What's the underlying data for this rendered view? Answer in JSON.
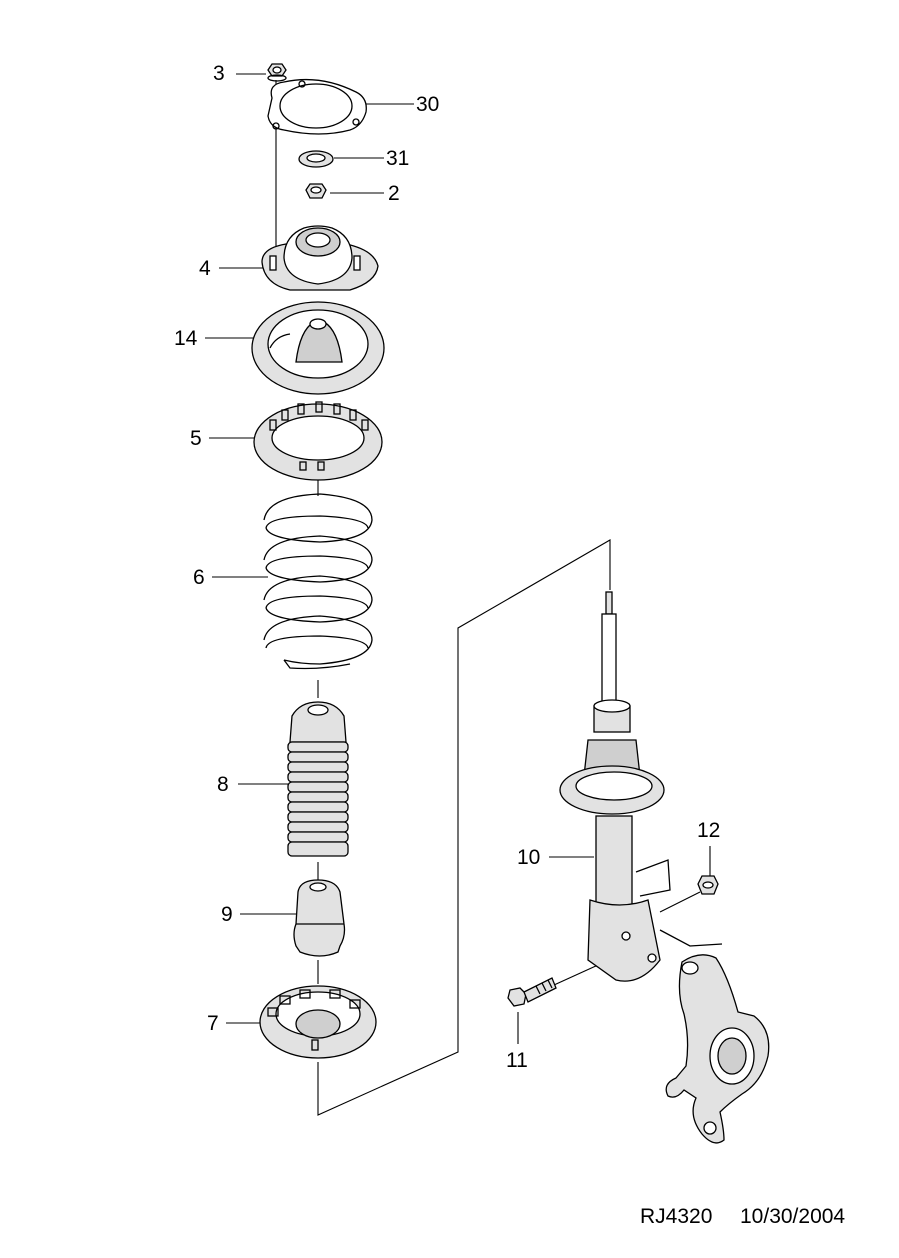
{
  "callouts": {
    "c3": "3",
    "c30": "30",
    "c31": "31",
    "c2": "2",
    "c4": "4",
    "c14": "14",
    "c5": "5",
    "c6": "6",
    "c8": "8",
    "c9": "9",
    "c7": "7",
    "c10": "10",
    "c12": "12",
    "c11": "11"
  },
  "footer": {
    "drawing_code": "RJ4320",
    "date": "10/30/2004"
  }
}
